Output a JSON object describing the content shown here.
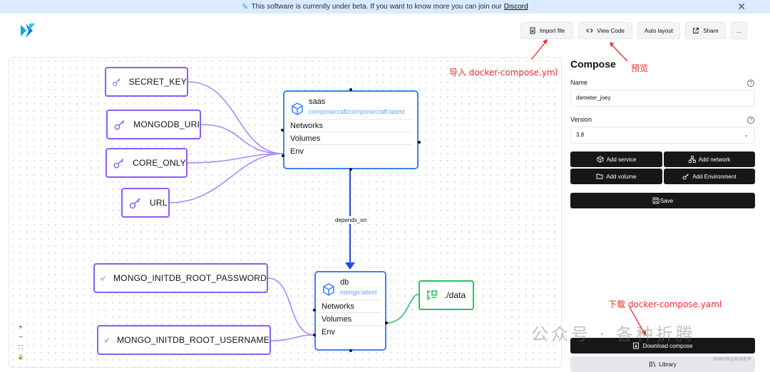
{
  "banner": {
    "text": "This software is currently under beta. If you want to know more you can join our",
    "link": "Discord",
    "close": "✕"
  },
  "toolbar": {
    "import_label": "Import file",
    "view_code_label": "View Code",
    "auto_layout_label": "Auto layout",
    "share_label": "Share",
    "more_label": "..."
  },
  "canvas": {
    "env_nodes": [
      "SECRET_KEY",
      "MONGODB_URI",
      "CORE_ONLY",
      "URL",
      "MONGO_INITDB_ROOT_PASSWORD",
      "MONGO_INITDB_ROOT_USERNAME"
    ],
    "services": [
      {
        "name": "saas",
        "image": "composecraft/composecraft:latest",
        "rows": [
          "Networks",
          "Volumes",
          "Env"
        ]
      },
      {
        "name": "db",
        "image": "mongo:latest",
        "rows": [
          "Networks",
          "Volumes",
          "Env"
        ]
      }
    ],
    "volume": "./data",
    "edge_label": "depends_on",
    "zoom": {
      "plus": "+",
      "minus": "−",
      "fit": "⛶",
      "lock": "🔒"
    }
  },
  "annotations": {
    "import": "导入 docker-compose.yml",
    "preview": "预览",
    "download": "下载 docker-compose.yaml"
  },
  "panel": {
    "title": "Compose",
    "name_label": "Name",
    "name_value": "demeter_joey",
    "version_label": "Version",
    "version_value": "3.8",
    "add_service": "Add service",
    "add_network": "Add network",
    "add_volume": "Add volume",
    "add_environment": "Add Environment",
    "save": "Save",
    "download": "Download compose",
    "library": "Library"
  },
  "watermark": {
    "main": "公众号 · 各种折腾",
    "small": "各种折腾@杨浦老李"
  },
  "colors": {
    "env_border": "#8b5cf6",
    "service_border": "#3b82f6",
    "volume_border": "#22c55e",
    "annotation": "#ef2b2b",
    "button_dark": "#171717"
  }
}
